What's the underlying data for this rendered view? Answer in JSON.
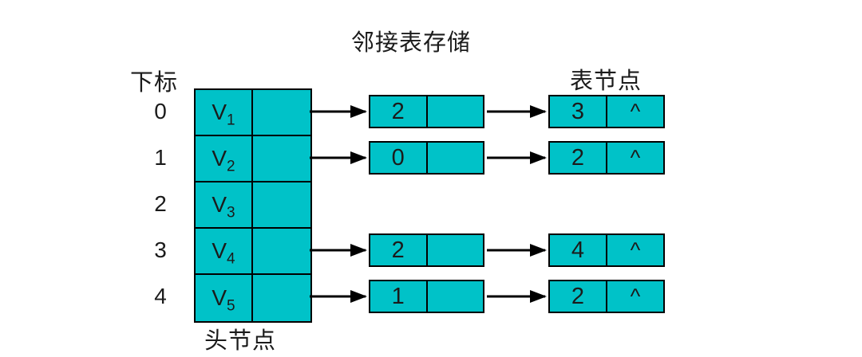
{
  "title": "邻接表存储",
  "labels": {
    "index_header": "下标",
    "table_node_label": "表节点",
    "head_node_label": "头节点"
  },
  "colors": {
    "cell_fill": "#00c2c8",
    "line": "#000000"
  },
  "adjacency_list": {
    "rows": [
      {
        "index": "0",
        "vertex_letter": "V",
        "vertex_sub": "1",
        "list_nodes": [
          {
            "value": "2"
          },
          {
            "value": "3",
            "next": "^"
          }
        ]
      },
      {
        "index": "1",
        "vertex_letter": "V",
        "vertex_sub": "2",
        "list_nodes": [
          {
            "value": "0"
          },
          {
            "value": "2",
            "next": "^"
          }
        ]
      },
      {
        "index": "2",
        "vertex_letter": "V",
        "vertex_sub": "3",
        "list_nodes": []
      },
      {
        "index": "3",
        "vertex_letter": "V",
        "vertex_sub": "4",
        "list_nodes": [
          {
            "value": "2"
          },
          {
            "value": "4",
            "next": "^"
          }
        ]
      },
      {
        "index": "4",
        "vertex_letter": "V",
        "vertex_sub": "5",
        "list_nodes": [
          {
            "value": "1"
          },
          {
            "value": "2",
            "next": "^"
          }
        ]
      }
    ]
  }
}
